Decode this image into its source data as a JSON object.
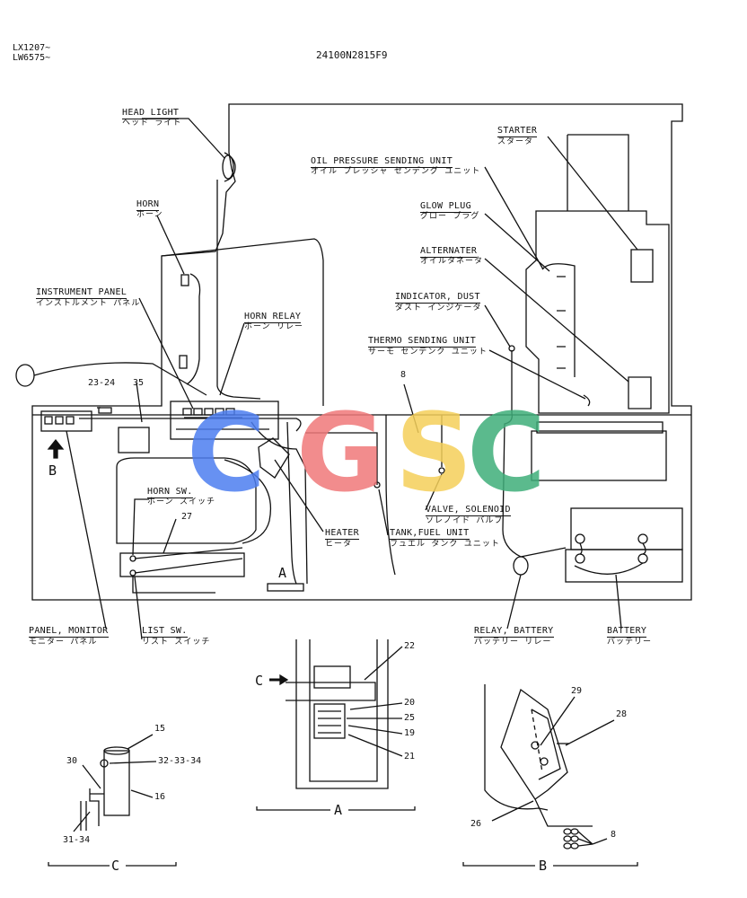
{
  "header": {
    "serial_line1": "LX1207~",
    "serial_line2": "LW6575~",
    "part_number": "24100N2815F9"
  },
  "callouts": {
    "head_light": {
      "en": "HEAD LIGHT",
      "jp": "ヘッド ライト"
    },
    "horn": {
      "en": "HORN",
      "jp": "ホーン"
    },
    "instrument_panel": {
      "en": "INSTRUMENT PANEL",
      "jp": "インストルメント パネル"
    },
    "horn_relay": {
      "en": "HORN RELAY",
      "jp": "ホーン リレー"
    },
    "oil_pressure": {
      "en": "OIL PRESSURE SENDING UNIT",
      "jp": "オイル プレッシャ センデング ユニット"
    },
    "starter": {
      "en": "STARTER",
      "jp": "スタータ"
    },
    "glow_plug": {
      "en": "GLOW PLUG",
      "jp": "グロー プラグ"
    },
    "alternater": {
      "en": "ALTERNATER",
      "jp": "オイルタネータ"
    },
    "indicator_dust": {
      "en": "INDICATOR, DUST",
      "jp": "ダスト インジケータ"
    },
    "thermo": {
      "en": "THERMO SENDING UNIT",
      "jp": "サーモ センデンク ユニット"
    },
    "horn_sw": {
      "en": "HORN SW.",
      "jp": "ホーン スイッチ"
    },
    "heater": {
      "en": "HEATER",
      "jp": "ヒータ"
    },
    "tank_fuel": {
      "en": "TANK,FUEL UNIT",
      "jp": "フュエル タンク ユニット"
    },
    "valve_solenoid": {
      "en": "VALVE, SOLENOID",
      "jp": "ソレノイド バルブ"
    },
    "panel_monitor": {
      "en": "PANEL, MONITOR",
      "jp": "モニター パネル"
    },
    "list_sw": {
      "en": "LIST SW.",
      "jp": "リスト スイッチ"
    },
    "relay_battery": {
      "en": "RELAY, BATTERY",
      "jp": "バッテリー リレー"
    },
    "battery": {
      "en": "BATTERY",
      "jp": "バッテリー"
    }
  },
  "numbers": {
    "n23_24": "23-24",
    "n35": "35",
    "n8": "8",
    "n27": "27",
    "n22": "22",
    "n20": "20",
    "n25": "25",
    "n19": "19",
    "n21": "21",
    "n15": "15",
    "n30": "30",
    "n32_33_34": "32-33-34",
    "n16": "16",
    "n31_34": "31-34",
    "n29": "29",
    "n28": "28",
    "n26": "26",
    "n8b": "8"
  },
  "view_markers": {
    "b": "B",
    "a": "A",
    "c": "C"
  },
  "view_titles": {
    "a": "A",
    "b": "B",
    "c": "C"
  },
  "watermark": {
    "letters": [
      "C",
      "G",
      "S",
      "C"
    ],
    "colors": [
      "#4d7ef0",
      "#f0787a",
      "#f5d05a",
      "#3fae7a"
    ]
  }
}
